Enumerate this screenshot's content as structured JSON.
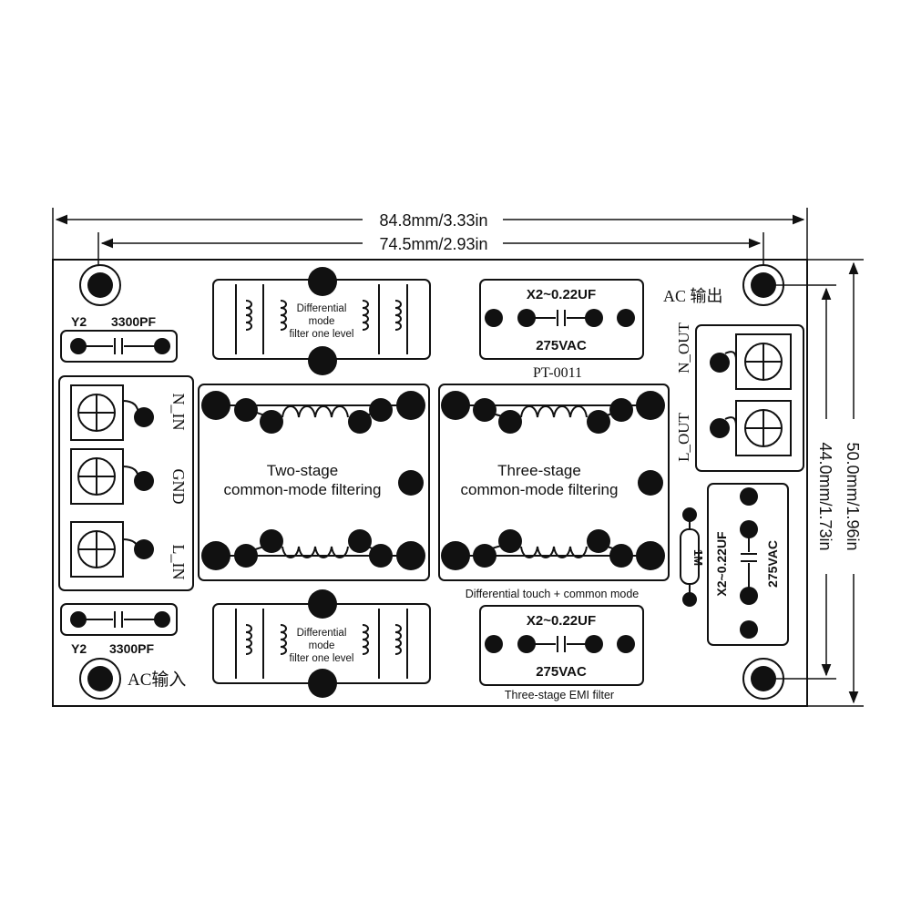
{
  "dimensions": {
    "overall_width": "84.8mm/3.33in",
    "hole_width": "74.5mm/2.93in",
    "overall_height": "50.0mm/1.96in",
    "hole_height": "44.0mm/1.73in"
  },
  "labels": {
    "ac_in": "AC输入",
    "ac_out": "AC 输出",
    "part_number": "PT-0011"
  },
  "caps": {
    "y2_top": {
      "type": "Y2",
      "value": "3300PF"
    },
    "y2_bottom": {
      "type": "Y2",
      "value": "3300PF"
    },
    "x2_top": {
      "value": "X2~0.22UF",
      "voltage": "275VAC"
    },
    "x2_bottom": {
      "value": "X2~0.22UF",
      "voltage": "275VAC"
    },
    "x2_right": {
      "value": "X2~0.22UF",
      "voltage": "275VAC"
    }
  },
  "resistor": {
    "value": "1M"
  },
  "input_terminals": [
    "N_IN",
    "GND",
    "L_IN"
  ],
  "output_terminals": [
    "N_OUT",
    "L_OUT"
  ],
  "filters": {
    "diff_top": [
      "Differential",
      "mode",
      "filter one level"
    ],
    "diff_bottom": [
      "Differential",
      "mode",
      "filter one level"
    ],
    "cm_two": [
      "Two-stage",
      "common-mode filtering"
    ],
    "cm_three": [
      "Three-stage",
      "common-mode filtering"
    ]
  },
  "captions": {
    "diff_common": "Differential touch + common mode",
    "emi": "Three-stage EMI filter"
  }
}
